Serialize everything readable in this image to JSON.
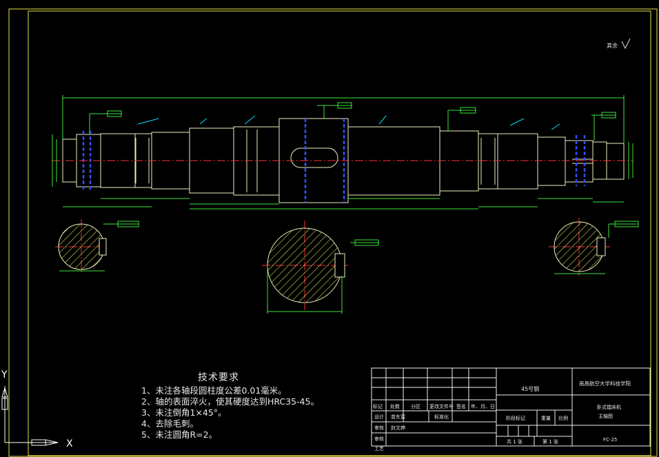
{
  "colors": {
    "background": "#000000",
    "frame": "#ffff66",
    "outline": "#f0f0c0",
    "dimension": "#3ce83c",
    "centerline": "#ff3030",
    "hatch": "#ffff66",
    "hidden": "#3050ff",
    "annotation": "#00e0ff",
    "ucs": "#ffffff"
  },
  "roughness_note": "其余",
  "technical_requirements": {
    "title": "技术要求",
    "items": [
      "1、未注各轴段圆柱度公差0.01毫米。",
      "2、轴的表面淬火，使其硬度达到HRC35-45。",
      "3、未注倒角1×45°。",
      "4、去除毛刺。",
      "5、未注圆角R=2。"
    ]
  },
  "title_block": {
    "material": "45号钢",
    "school": "南昌航空大学科技学院",
    "part_name_line1": "卧式镗床机",
    "part_name_line2": "主轴图",
    "drawing_no": "FC-25",
    "row_labels": [
      "标记",
      "处数",
      "分区",
      "更改文件号",
      "签名",
      "年、月、日"
    ],
    "design_label": "设计",
    "designer": "曾东富",
    "standard_label": "标准化",
    "stage_label": "阶段标记",
    "weight_label": "重量",
    "scale_label": "比例",
    "review_label": "审核",
    "reviewer": "封文婷",
    "audit_label": "审核",
    "process_label": "工艺",
    "sheet_total": "共 1 张",
    "sheet_no": "第 1 张"
  },
  "ucs": {
    "x": "X",
    "y": "Y"
  }
}
